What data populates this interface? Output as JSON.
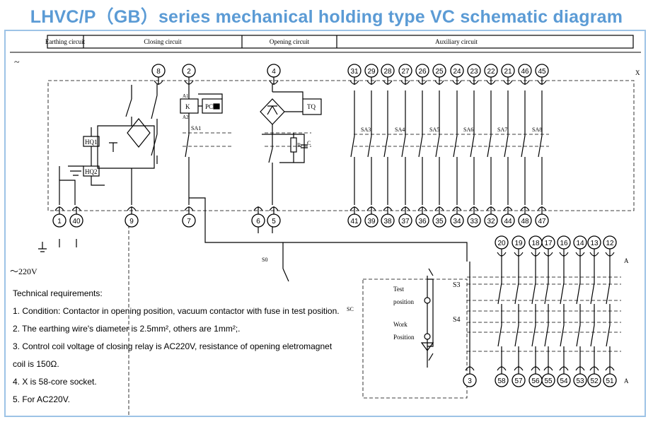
{
  "title": "LHVC/P（GB）series mechanical holding type VC schematic diagram",
  "sections": [
    "Earthing circuit",
    "Closing circuit",
    "Opening circuit",
    "Auxiliary circuit"
  ],
  "ac_symbol": "~",
  "supply_label": "～220V",
  "x_label": "X",
  "a_label": "A",
  "top_terminals": [
    "8",
    "2",
    "4",
    "31",
    "29",
    "28",
    "27",
    "26",
    "25",
    "24",
    "23",
    "22",
    "21",
    "46",
    "45"
  ],
  "bottom_terminals": [
    "1",
    "40",
    "9",
    "7",
    "6",
    "5",
    "41",
    "39",
    "38",
    "37",
    "36",
    "35",
    "34",
    "33",
    "32",
    "44",
    "48",
    "47"
  ],
  "a_top_terminals": [
    "20",
    "19",
    "18",
    "17",
    "16",
    "14",
    "13",
    "12"
  ],
  "a_bottom_terminals": [
    "3",
    "58",
    "57",
    "56",
    "55",
    "54",
    "53",
    "52",
    "51"
  ],
  "components": {
    "hq1": "HQ1",
    "hq2": "HQ2",
    "k": "K",
    "pc": "PC",
    "tq": "TQ",
    "a1": "A1",
    "a2": "A2",
    "sa1": "SA1",
    "r": "R",
    "c": "C",
    "s0": "S0",
    "sc": "SC",
    "s3": "S3",
    "s4": "S4"
  },
  "switches": [
    "SA3",
    "SA4",
    "SA5",
    "SA6",
    "SA7",
    "SA8"
  ],
  "legend": {
    "test": "Test",
    "test2": "position",
    "work": "Work",
    "work2": "Position"
  },
  "notes": {
    "heading": "Technical requirements:",
    "items": [
      "1. Condition: Contactor in opening position, vacuum contactor with fuse in test position.",
      "2. The earthing wire's diameter is 2.5mm², others are 1mm²;.",
      "3. Control coil voltage of closing relay is AC220V, resistance of opening eletromagnet",
      "coil is 150Ω.",
      "4. X is 58-core socket.",
      "5. For AC220V."
    ]
  }
}
